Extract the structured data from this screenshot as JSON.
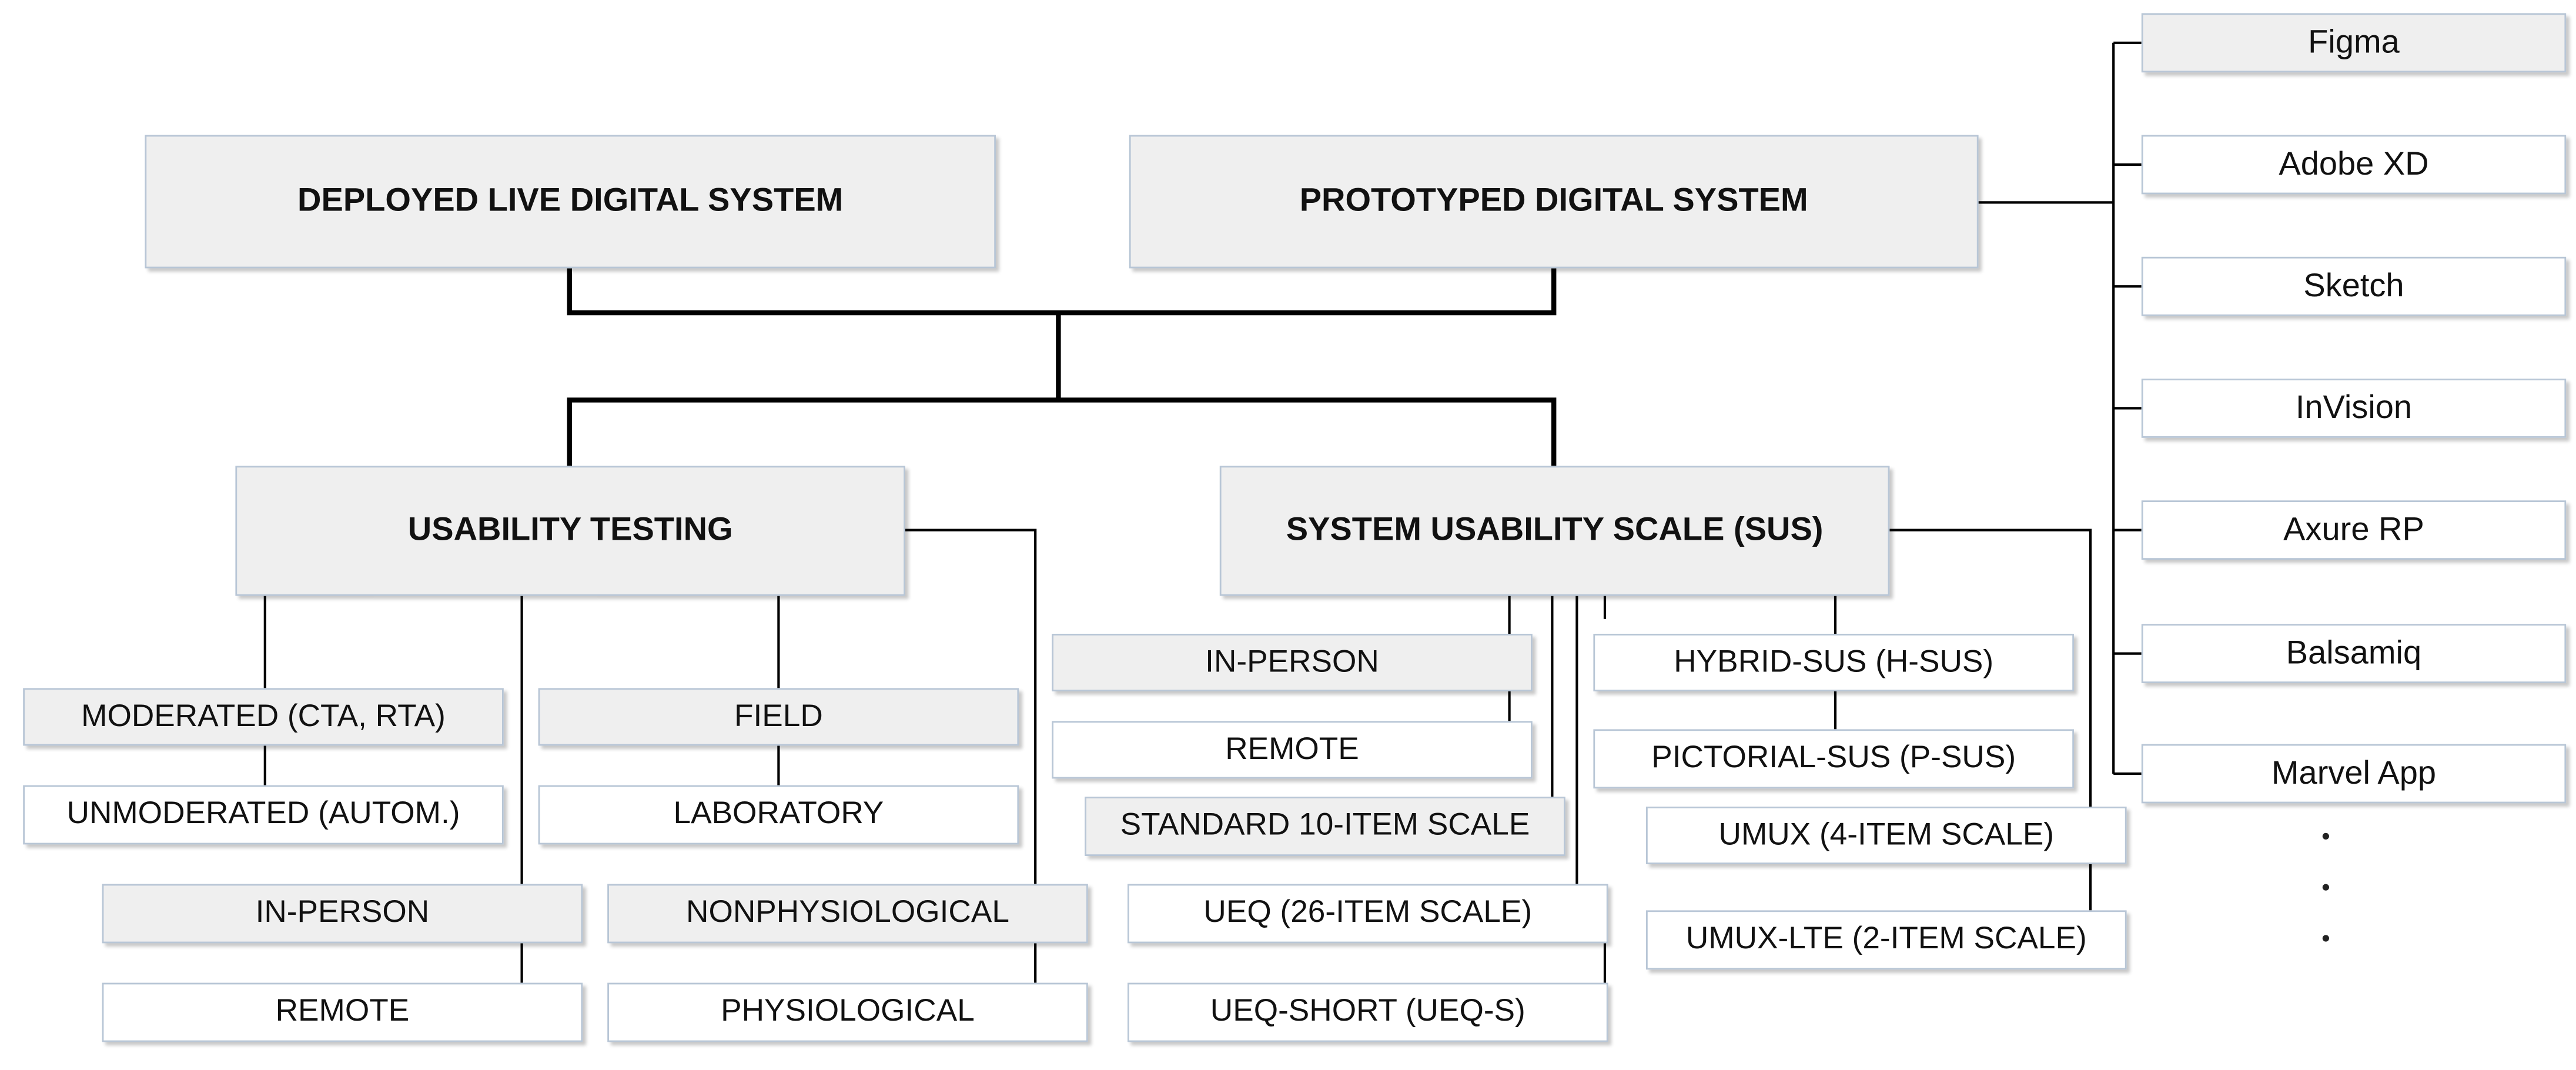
{
  "top_nodes": {
    "deployed": "DEPLOYED LIVE DIGITAL SYSTEM",
    "prototyped": "PROTOTYPED DIGITAL SYSTEM"
  },
  "methods": {
    "usability_testing": "USABILITY TESTING",
    "sus": "SYSTEM USABILITY SCALE (SUS)"
  },
  "usability_testing_branches": {
    "moderated": "MODERATED (CTA, RTA)",
    "unmoderated": "UNMODERATED (AUTOM.)",
    "in_person": "IN-PERSON",
    "remote": "REMOTE",
    "field": "FIELD",
    "laboratory": "LABORATORY",
    "nonphysiological": "NONPHYSIOLOGICAL",
    "physiological": "PHYSIOLOGICAL"
  },
  "sus_branches": {
    "in_person": "IN-PERSON",
    "remote": "REMOTE",
    "standard": "STANDARD 10-ITEM SCALE",
    "ueq": "UEQ (26-ITEM SCALE)",
    "ueq_short": "UEQ-SHORT (UEQ-S)",
    "hybrid": "HYBRID-SUS (H-SUS)",
    "pictorial": "PICTORIAL-SUS (P-SUS)",
    "umux": "UMUX (4-ITEM SCALE)",
    "umux_lte": "UMUX-LTE (2-ITEM SCALE)"
  },
  "prototyping_tools": [
    "Figma",
    "Adobe XD",
    "Sketch",
    "InVision",
    "Axure RP",
    "Balsamiq",
    "Marvel App"
  ],
  "colors": {
    "gray_box": "#efefef",
    "white_box": "#ffffff",
    "border": "#b8c6d6",
    "line": "#000000"
  }
}
